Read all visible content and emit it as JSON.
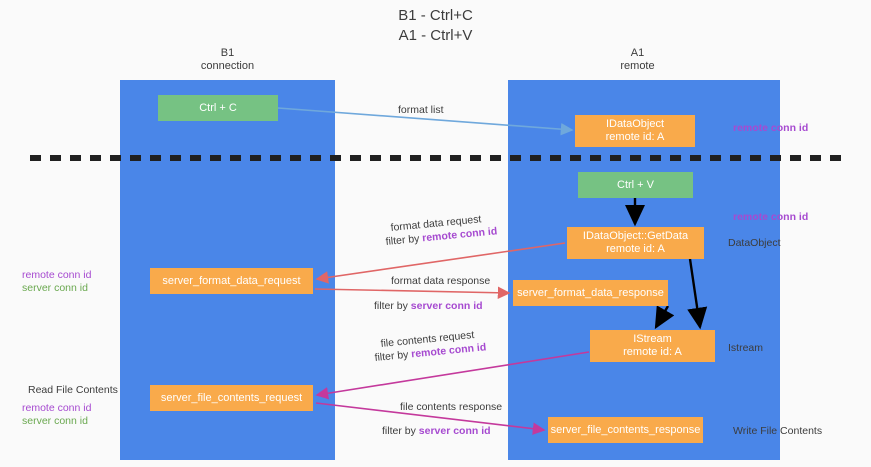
{
  "title": "B1 - Ctrl+C\nA1 - Ctrl+V",
  "lanes": {
    "left": {
      "name": "B1\nconnection",
      "color": "#4a86e8"
    },
    "right": {
      "name": "A1\nremote",
      "color": "#4a86e8"
    }
  },
  "colors": {
    "lane": "#4a86e8",
    "green_node": "#76c283",
    "orange_node": "#f9aa4b",
    "purple_text": "#a64ad0",
    "green_text": "#6aa84f",
    "blue_arrow": "#6fa8dc",
    "red_arrow": "#e06666",
    "magenta_arrow": "#c4399c",
    "black_arrow": "#000000",
    "divider": "#202020"
  },
  "nodes": {
    "ctrl_c": "Ctrl + C",
    "idataobject": "IDataObject\nremote id: A",
    "ctrl_v": "Ctrl + V",
    "getdata": "IDataObject::GetData\nremote id: A",
    "server_format_data_request": "server_format_data_request",
    "server_format_data_response": "server_format_data_response",
    "istream": "IStream\nremote id: A",
    "server_file_contents_request": "server_file_contents_request",
    "server_file_contents_response": "server_file_contents_response"
  },
  "side_labels": {
    "remote_conn_id_top": "remote conn id",
    "remote_conn_id_mid": "remote conn id",
    "dataobject": "DataObject",
    "istream": "Istream",
    "write_file_contents": "Write File Contents",
    "read_file_contents": "Read File Contents",
    "left_remote_conn_id": "remote conn id",
    "left_server_conn_id": "server conn id",
    "left_remote_conn_id_2": "remote conn id",
    "left_server_conn_id_2": "server conn id"
  },
  "edges": {
    "format_list": "format list",
    "format_data_request": "format data request",
    "format_data_request_filter_prefix": "filter by ",
    "format_data_request_filter_key": "remote conn id",
    "format_data_response": "format data response",
    "format_data_response_filter_prefix": "filter by ",
    "format_data_response_filter_key": "server conn id",
    "file_contents_request": "file contents request",
    "file_contents_request_filter_prefix": "filter by ",
    "file_contents_request_filter_key": "remote conn id",
    "file_contents_response": "file contents response",
    "file_contents_response_filter_prefix": "filter by ",
    "file_contents_response_filter_key": "server conn id"
  }
}
